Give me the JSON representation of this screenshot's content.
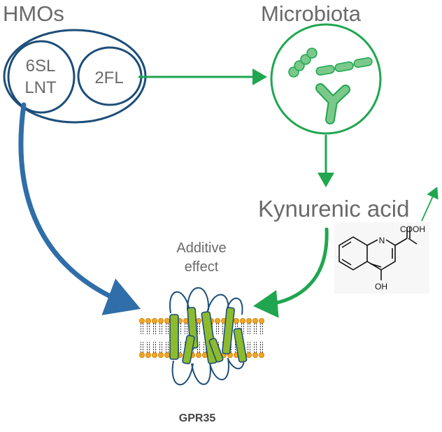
{
  "hmos": {
    "title": "HMOs",
    "left_item_1": "6SL",
    "left_item_2": "LNT",
    "right_item": "2FL"
  },
  "microbiota": {
    "title": "Microbiota"
  },
  "metabolite": {
    "name": "Kynurenic acid",
    "structure_labels": {
      "n": "N",
      "cooh": "COOH",
      "oh": "OH"
    }
  },
  "receptor": {
    "effect_line_1": "Additive",
    "effect_line_2": "effect",
    "name": "GPR35"
  },
  "colors": {
    "hmos_blue": "#1d4e79",
    "arrow_blue": "#2f6ea8",
    "microbiota_green": "#1fa64f",
    "bacteria_fill": "#7ac98a",
    "helix_fill": "#8dbb2e",
    "lipid_head": "#f3a51f",
    "text_grey": "#6a6a6a"
  }
}
